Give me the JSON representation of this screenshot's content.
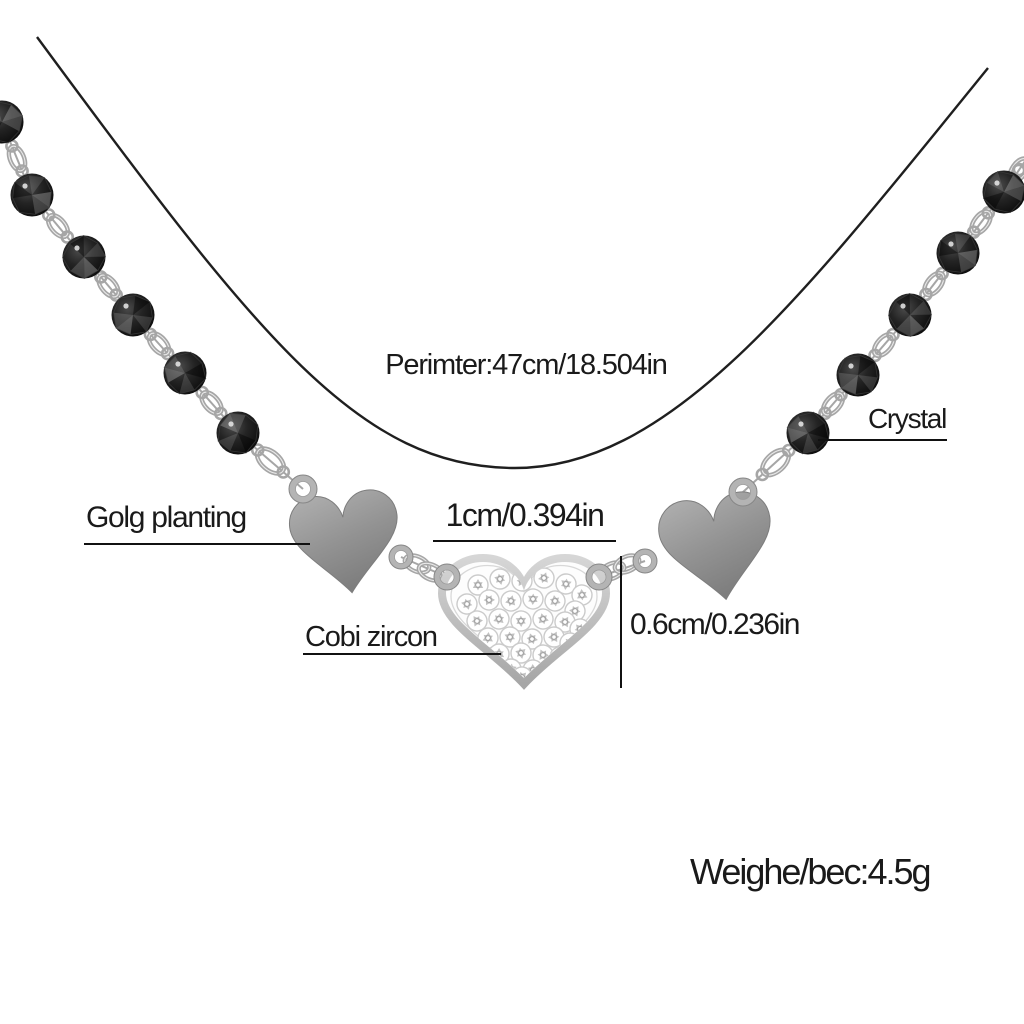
{
  "annotations": {
    "perimeter": "Perimter:47cm/18.504in",
    "crystal": "Crystal",
    "gold_plating": "Golg planting",
    "pendant_width": "1cm/0.394in",
    "zircon": "Cobi zircon",
    "pendant_height": "0.6cm/0.236in",
    "weight": "Weighe/bec:4.5g"
  },
  "illustration": {
    "left_chain_bead_count": 6,
    "right_chain_bead_count": 5,
    "pendants": [
      "gold-heart-left",
      "crystal-pave-heart",
      "gold-heart-right"
    ]
  },
  "colors": {
    "background": "#ffffff",
    "text": "#1a1a1a",
    "line": "#111111",
    "wire": "#1f1f1f",
    "bead_dark": "#0a0a0a",
    "bead_mid": "#242424",
    "bead_light": "#4a4a4a",
    "metal_light": "#e9e9e9",
    "metal_mid": "#a6a6a6",
    "metal_dark": "#8a8a8a",
    "heart_light": "#b0b0b0",
    "heart_dark": "#7e7e7e",
    "crystal_stroke": "#cbcbcb",
    "crystal_sparkle": "#b2b2b2"
  }
}
